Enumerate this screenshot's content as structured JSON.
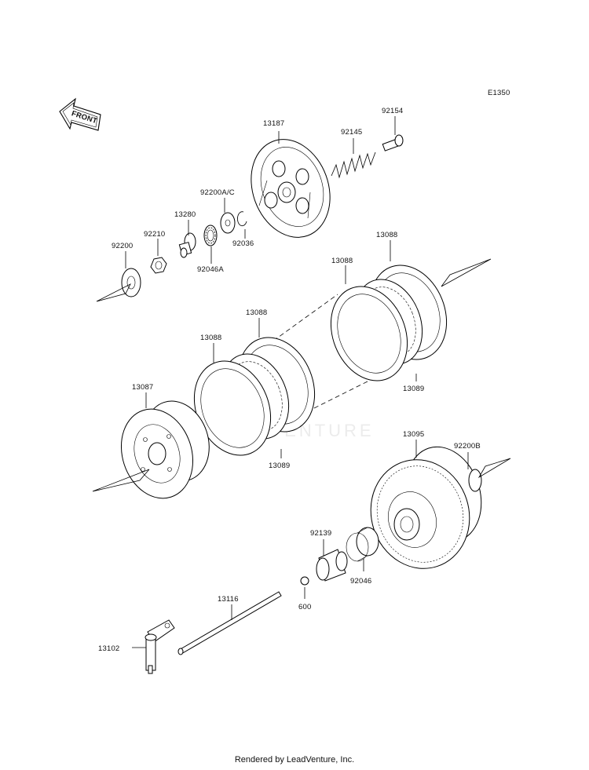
{
  "diagram_code": "E1350",
  "front_label": "FRONT",
  "watermark": "LEADVENTURE",
  "footer": "Rendered by LeadVenture, Inc.",
  "callouts": {
    "p13187": "13187",
    "p92154": "92154",
    "p92145": "92145",
    "p92200ac": "92200A/C",
    "p13280": "13280",
    "p92210": "92210",
    "p92200": "92200",
    "p92036": "92036",
    "p92046a": "92046A",
    "p13088_a": "13088",
    "p13088_b": "13088",
    "p13088_c": "13088",
    "p13088_d": "13088",
    "p13089_a": "13089",
    "p13089_b": "13089",
    "p13087": "13087",
    "p13095": "13095",
    "p92200b": "92200B",
    "p92139": "92139",
    "p92046": "92046",
    "p600": "600",
    "p13116": "13116",
    "p13102": "13102"
  }
}
